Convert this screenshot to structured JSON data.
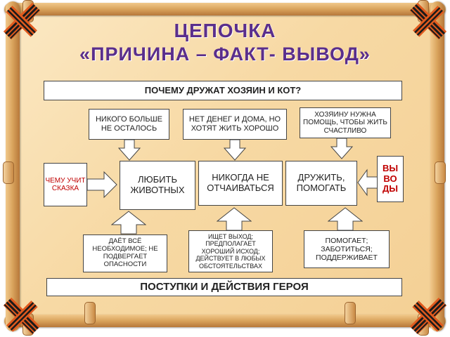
{
  "title": {
    "line1": "ЦЕПОЧКА",
    "line2": "«ПРИЧИНА – ФАКТ- ВЫВОД»"
  },
  "question": "ПОЧЕМУ ДРУЖАТ ХОЗЯИН И КОТ?",
  "causes": {
    "left": "НИКОГО БОЛЬШЕ НЕ ОСТАЛОСЬ",
    "middle": "НЕТ ДЕНЕГ И ДОМА, НО ХОТЯТ ЖИТЬ ХОРОШО",
    "right": "ХОЗЯИНУ НУЖНА ПОМОЩЬ, ЧТОБЫ ЖИТЬ СЧАСТЛИВО"
  },
  "side_label": "ЧЕМУ УЧИТ СКАЗКА",
  "conclusions": {
    "love": "ЛЮБИТЬ ЖИВОТНЫХ",
    "never_despair": "НИКОГДА НЕ ОТЧАИВАТЬСЯ",
    "be_friends": "ДРУЖИТЬ, ПОМОГАТЬ"
  },
  "vyvody": "ВЫВОДЫ",
  "facts": {
    "left": "ДАЁТ ВСЁ НЕОБХОДИМОЕ; НЕ ПОДВЕРГАЕТ ОПАСНОСТИ",
    "middle": "ИЩЕТ ВЫХОД; ПРЕДПОЛАГАЕТ ХОРОШИЙ ИСХОД; ДЕЙСТВУЕТ В ЛЮБЫХ ОБСТОЯТЕЛЬСТВАХ",
    "right": "ПОМОГАЕТ; ЗАБОТИТЬСЯ; ПОДДЕРЖИВАЕТ"
  },
  "footer": "ПОСТУПКИ И ДЕЙСТВИЯ ГЕРОЯ",
  "colors": {
    "title": "#5a2e8c",
    "vyvody": "#c00000",
    "ribbon_orange": "#e05a1e",
    "ribbon_black": "#1a1a1a"
  }
}
